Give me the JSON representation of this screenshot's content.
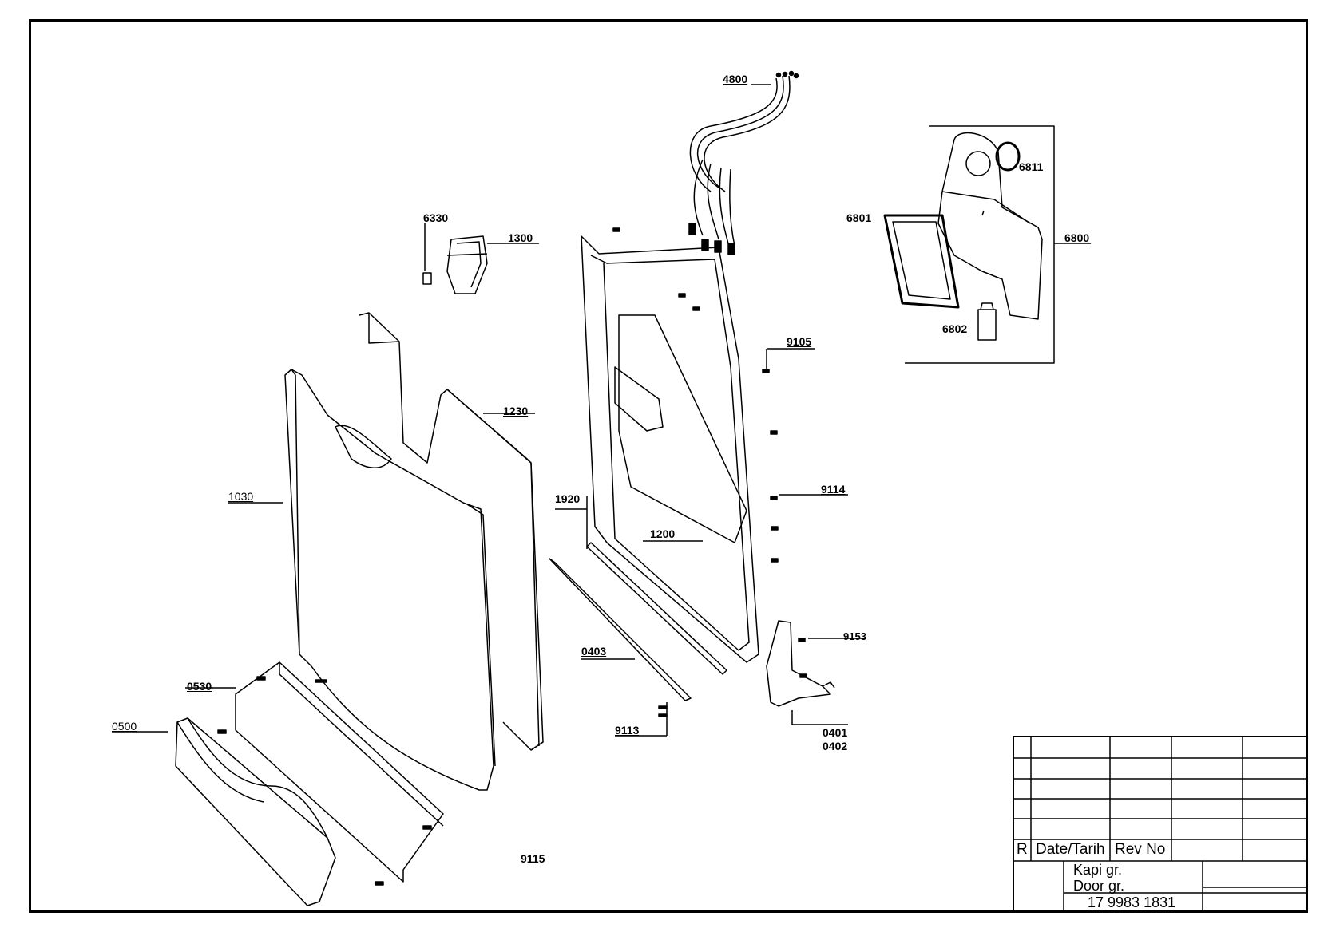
{
  "part_labels": {
    "p4800": "4800",
    "p6811": "6811",
    "p6801": "6801",
    "p6800": "6800",
    "p6802": "6802",
    "p6330": "6330",
    "p1300": "1300",
    "p9105": "9105",
    "p1230": "1230",
    "p1030": "1030",
    "p9114": "9114",
    "p1920": "1920",
    "p1200": "1200",
    "p9153": "9153",
    "p0403": "0403",
    "p0530": "0530",
    "p0500": "0500",
    "p9113": "9113",
    "p0401": "0401",
    "p0402": "0402",
    "p9115": "9115"
  },
  "title_block": {
    "rev_letter": "R",
    "date_header": "Date/Tarih",
    "rev_header": "Rev No",
    "title_tr": "Kapi gr.",
    "title_en": "Door gr.",
    "drawing_number": "17 9983 1831"
  }
}
